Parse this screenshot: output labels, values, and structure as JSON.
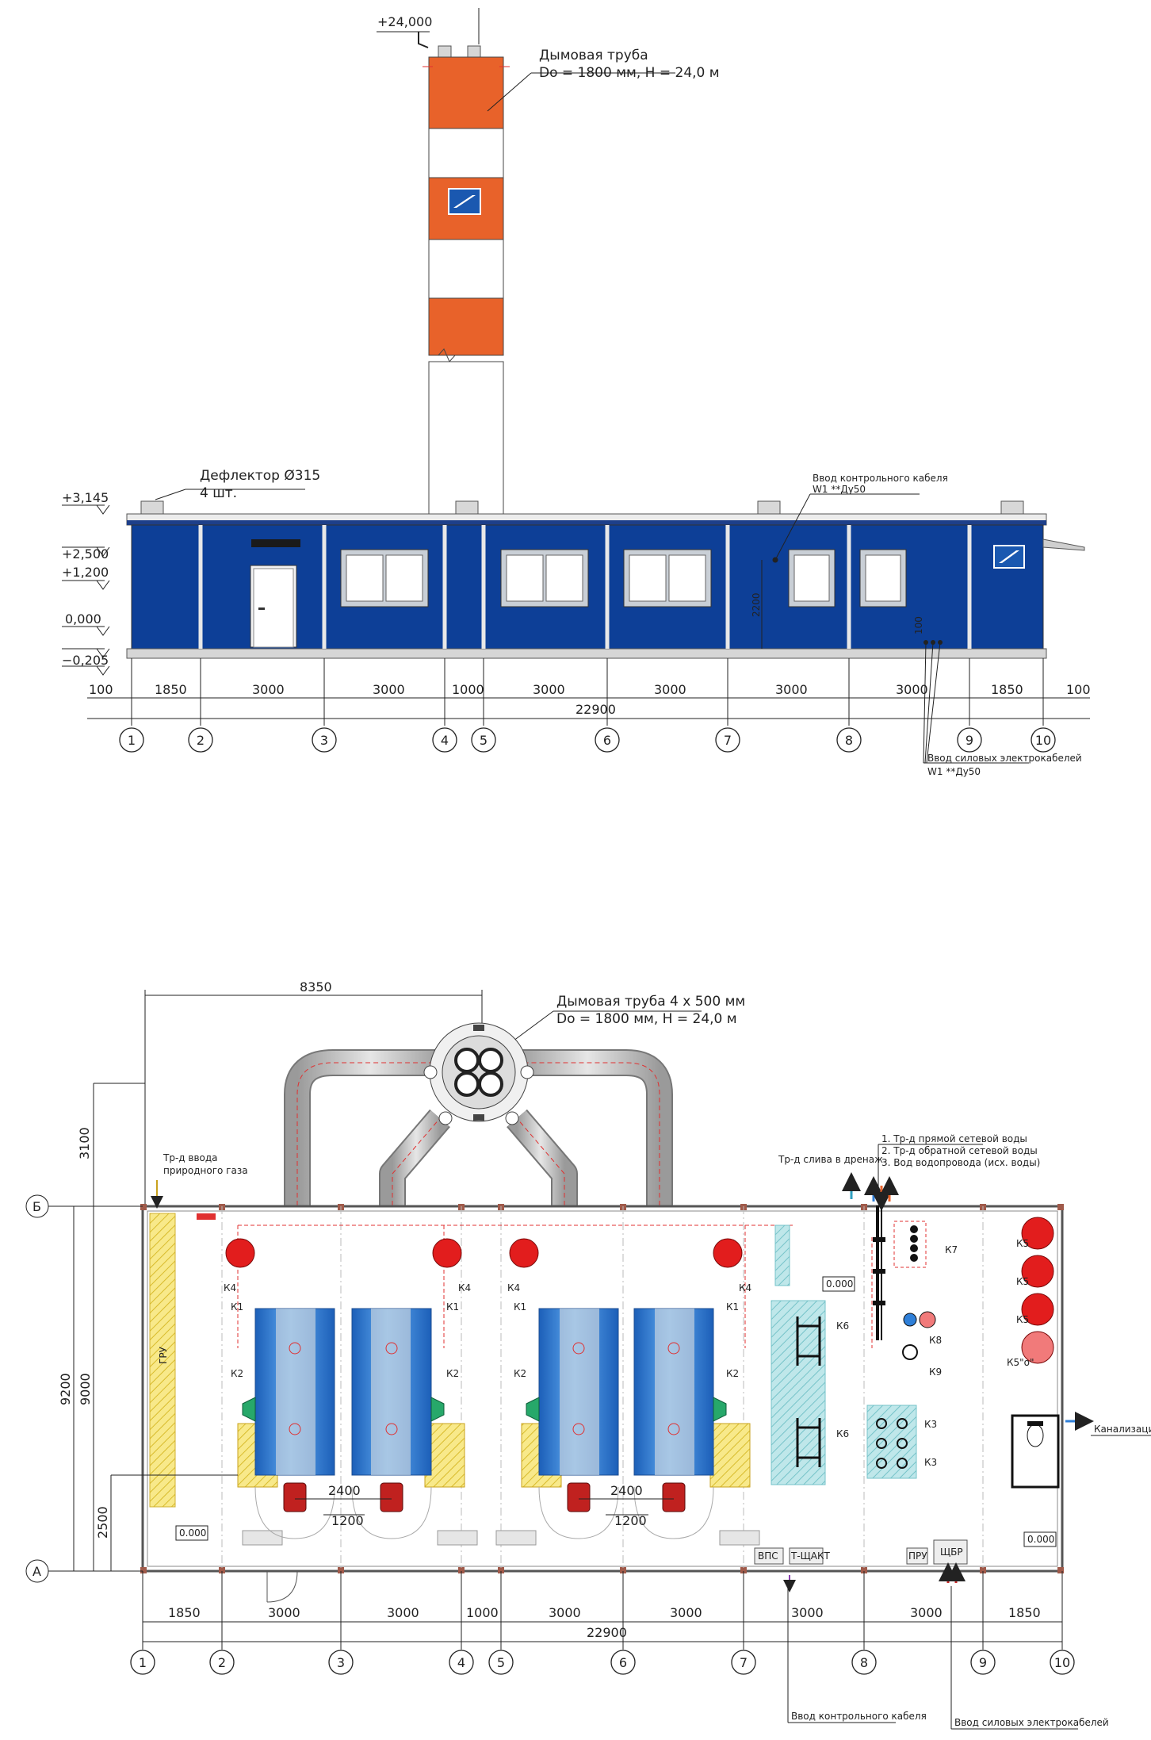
{
  "elevation": {
    "levels": {
      "top": "+24,000",
      "roof": "+3,145",
      "window_top": "+2,500",
      "window_bottom": "+1,200",
      "zero": "0,000",
      "base": "−0,205"
    },
    "chimney_label": {
      "line1": "Дымовая труба",
      "line2": "Dо = 1800 мм, H = 24,0 м"
    },
    "deflector_label": {
      "line1": "Дефлектор Ø315",
      "line2": "4 шт."
    },
    "control_cable_label": {
      "line1": "Ввод контрольного кабеля",
      "line2": "W1 **Ду50"
    },
    "power_cable_label": {
      "line1": "Ввод силовых электрокабелей",
      "line2": "W1 **Ду50"
    },
    "dim_2200": "2200",
    "dim_100": "100",
    "dims": [
      "100",
      "1850",
      "3000",
      "3000",
      "1000",
      "3000",
      "3000",
      "3000",
      "3000",
      "1850",
      "100"
    ],
    "total": "22900",
    "axes": [
      "1",
      "2",
      "3",
      "4",
      "5",
      "6",
      "7",
      "8",
      "9",
      "10"
    ]
  },
  "plan": {
    "dim_top": "8350",
    "chimney_label": {
      "line1": "Дымовая труба 4 x 500 мм",
      "line2": "Dо = 1800 мм, H = 24,0 м"
    },
    "gas_label": {
      "line1": "Тр-д ввода",
      "line2": "природного газа"
    },
    "gru": "ГРУ",
    "drain_label": "Тр-д слива в дренаж",
    "pipes_legend": [
      "1. Тр-д прямой сетевой воды",
      "2. Тр-д обратной сетевой воды",
      "3. Вод водопровода (исх. воды)"
    ],
    "sewer_label": "Канализация",
    "control_cable": "Ввод контрольного кабеля",
    "power_cable": "Ввод силовых электрокабелей",
    "level_labels": [
      "0.000",
      "0.000",
      "0.000"
    ],
    "equipment": {
      "k1": "К1",
      "k2": "К2",
      "k3": "К3",
      "k4": "К4",
      "k5": "К5",
      "k5o": "К5\"о\"",
      "k6": "К6",
      "k7": "К7",
      "k8": "К8",
      "k9": "К9"
    },
    "door_labels": [
      "ВПС",
      "Т-ЩАКТ",
      "ПРУ",
      "ЩБР"
    ],
    "vdim": [
      "3100",
      "9200",
      "9000",
      "2500"
    ],
    "hdim_inner": [
      "2400",
      "1200",
      "2400",
      "1200"
    ],
    "dims": [
      "1850",
      "3000",
      "3000",
      "1000",
      "3000",
      "3000",
      "3000",
      "3000",
      "1850"
    ],
    "total": "22900",
    "axes": [
      "1",
      "2",
      "3",
      "4",
      "5",
      "6",
      "7",
      "8",
      "9",
      "10"
    ],
    "row_axes": [
      "Б",
      "А"
    ]
  },
  "colors": {
    "facade_blue": "#0d3f97",
    "stripe_orange": "#e8622a",
    "boiler_blue": "#2f7fd8",
    "vessel_red": "#e21d1d",
    "burner_green": "#27a86a",
    "floor_hatch": "#8fd3d8",
    "gru_yellow": "#f6e26f"
  }
}
